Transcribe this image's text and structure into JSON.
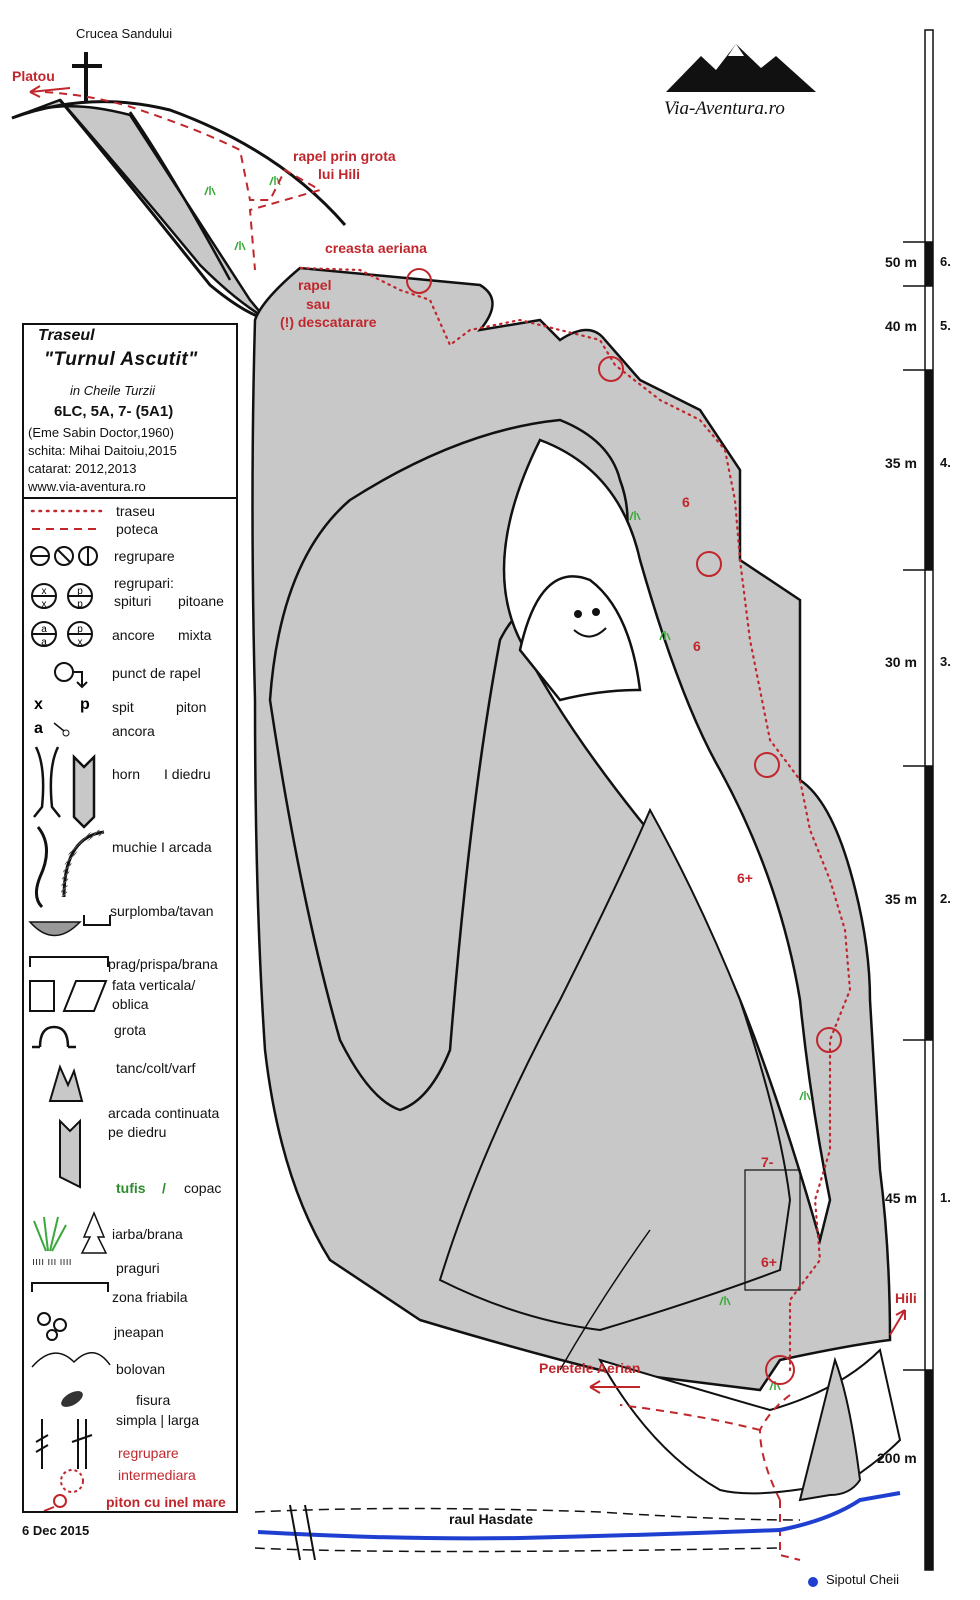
{
  "summit": {
    "name": "Crucea Sandului",
    "left_exit": "Platou"
  },
  "brand": {
    "text": "Via-Aventura.ro"
  },
  "labels": {
    "rapel_grota": [
      "rapel prin grota",
      "lui Hili"
    ],
    "creasta": "creasta aeriana",
    "rapel_sau": [
      "rapel",
      "sau",
      "(!) descatarare"
    ],
    "hili": "Hili",
    "peretele": "Peretele Aerian",
    "raul": "raul Hasdate",
    "sipotul": "Sipotul Cheii",
    "date": "6 Dec 2015"
  },
  "grades_on_route": [
    "6",
    "6",
    "6+",
    "7-",
    "6+"
  ],
  "scale": {
    "pitches": [
      {
        "length": "50 m",
        "pitch": "6."
      },
      {
        "length": "40 m",
        "pitch": "5."
      },
      {
        "length": "35 m",
        "pitch": "4."
      },
      {
        "length": "30 m",
        "pitch": "3."
      },
      {
        "length": "35 m",
        "pitch": "2."
      },
      {
        "length": "45 m",
        "pitch": "1."
      }
    ],
    "approach": "200 m"
  },
  "legend": {
    "title1": "Traseul",
    "title2": "\"Turnul Ascutit\"",
    "place": "in Cheile Turzii",
    "grade": "6LC, 5A, 7- (5A1)",
    "author": "(Eme Sabin Doctor,1960)",
    "sketch": "schita: Mihai Daitoiu,2015",
    "climbed": "catarat: 2012,2013",
    "site": "www.via-aventura.ro",
    "items": {
      "traseu": "traseu",
      "poteca": "poteca",
      "regrupare": "regrupare",
      "regrupari": "regrupari:",
      "spituri": "spituri",
      "pitoane": "pitoane",
      "ancore": "ancore",
      "mixta": "mixta",
      "rapel": "punct de rapel",
      "spit": "spit",
      "piton": "piton",
      "ancora": "ancora",
      "horn": "horn",
      "diedru": "I diedru",
      "muchie": "muchie I arcada",
      "surplomba": "surplomba/tavan",
      "prag": "prag/prispa/brana",
      "fata1": "fata verticala/",
      "fata2": "oblica",
      "grota": "grota",
      "tanc": "tanc/colt/varf",
      "arcada1": "arcada continuata",
      "arcada2": "pe diedru",
      "tufis": "tufis",
      "slash": "/",
      "copac": "copac",
      "iarba": "iarba/brana",
      "praguri": "praguri",
      "friabila": "zona friabila",
      "jneapan": "jneapan",
      "bolovan": "bolovan",
      "fisura": "fisura",
      "fisura2": "simpla | larga",
      "inter1": "regrupare",
      "inter2": "intermediara",
      "inel": "piton cu inel mare",
      "sym_x": "x",
      "sym_p": "p",
      "sym_a": "a"
    }
  },
  "colors": {
    "route": "#c0272d",
    "rock": "#c8c8c8",
    "river": "#1f3fd1",
    "grass": "#3aa83a"
  }
}
